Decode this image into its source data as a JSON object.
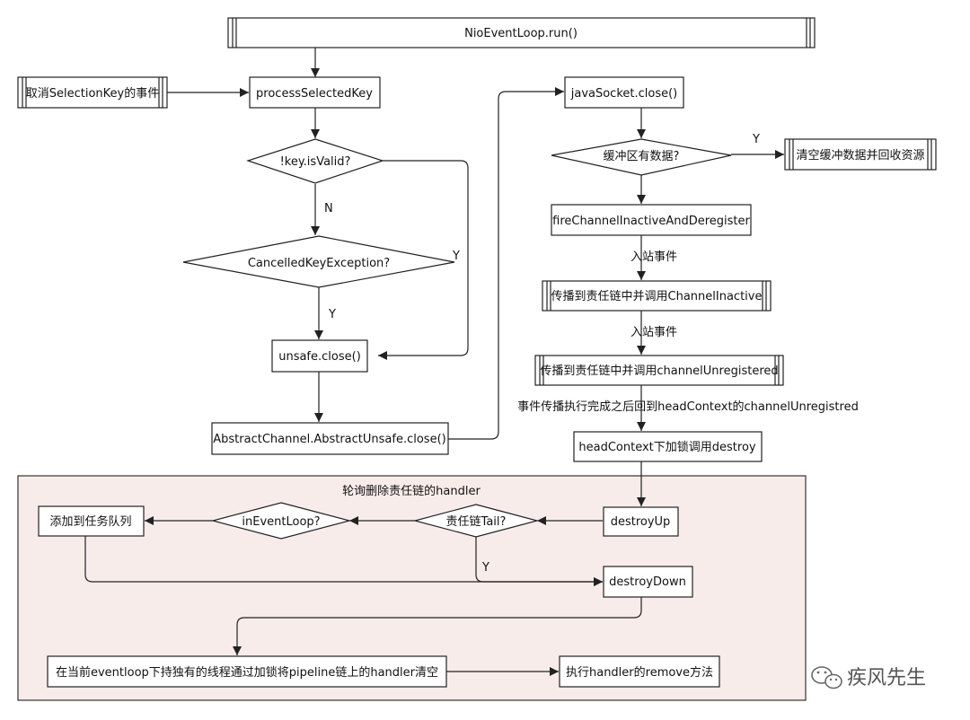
{
  "nodes": {
    "run": "NioEventLoop.run()",
    "cancel_event": "取消SelectionKey的事件",
    "process_selected_key": "processSelectedKey",
    "key_valid": "!key.isValid?",
    "cancelled_exception": "CancelledKeyException?",
    "unsafe_close": "unsafe.close()",
    "abstract_close": "AbstractChannel.AbstractUnsafe.close()",
    "java_socket_close": "javaSocket.close()",
    "buffer_has_data": "缓冲区有数据?",
    "clear_buffer": "清空缓冲数据并回收资源",
    "fire_inactive": "fireChannelInactiveAndDeregister",
    "propagate_inactive": "传播到责任链中并调用ChannelInactive",
    "propagate_unregistered": "传播到责任链中并调用channelUnregistered",
    "head_context_destroy": "headContext下加锁调用destroy",
    "destroy_up": "destroyUp",
    "chain_tail": "责任链Tail?",
    "in_event_loop": "inEventLoop?",
    "add_to_queue": "添加到任务队列",
    "destroy_down": "destroyDown",
    "clear_handlers": "在当前eventloop下持独有的线程通过加锁将pipeline链上的handler清空",
    "execute_remove": "执行handler的remove方法"
  },
  "labels": {
    "n": "N",
    "y_cancelled": "Y",
    "y_valid": "Y",
    "y_buffer": "Y",
    "inbound_1": "入站事件",
    "inbound_2": "入站事件",
    "after_propagation": "事件传播执行完成之后回到headContext的channelUnregistred",
    "y_tail": "Y"
  },
  "group": {
    "title": "轮询删除责任链的handler"
  },
  "watermark": {
    "text": "疾风先生",
    "icon": "wechat-icon"
  }
}
